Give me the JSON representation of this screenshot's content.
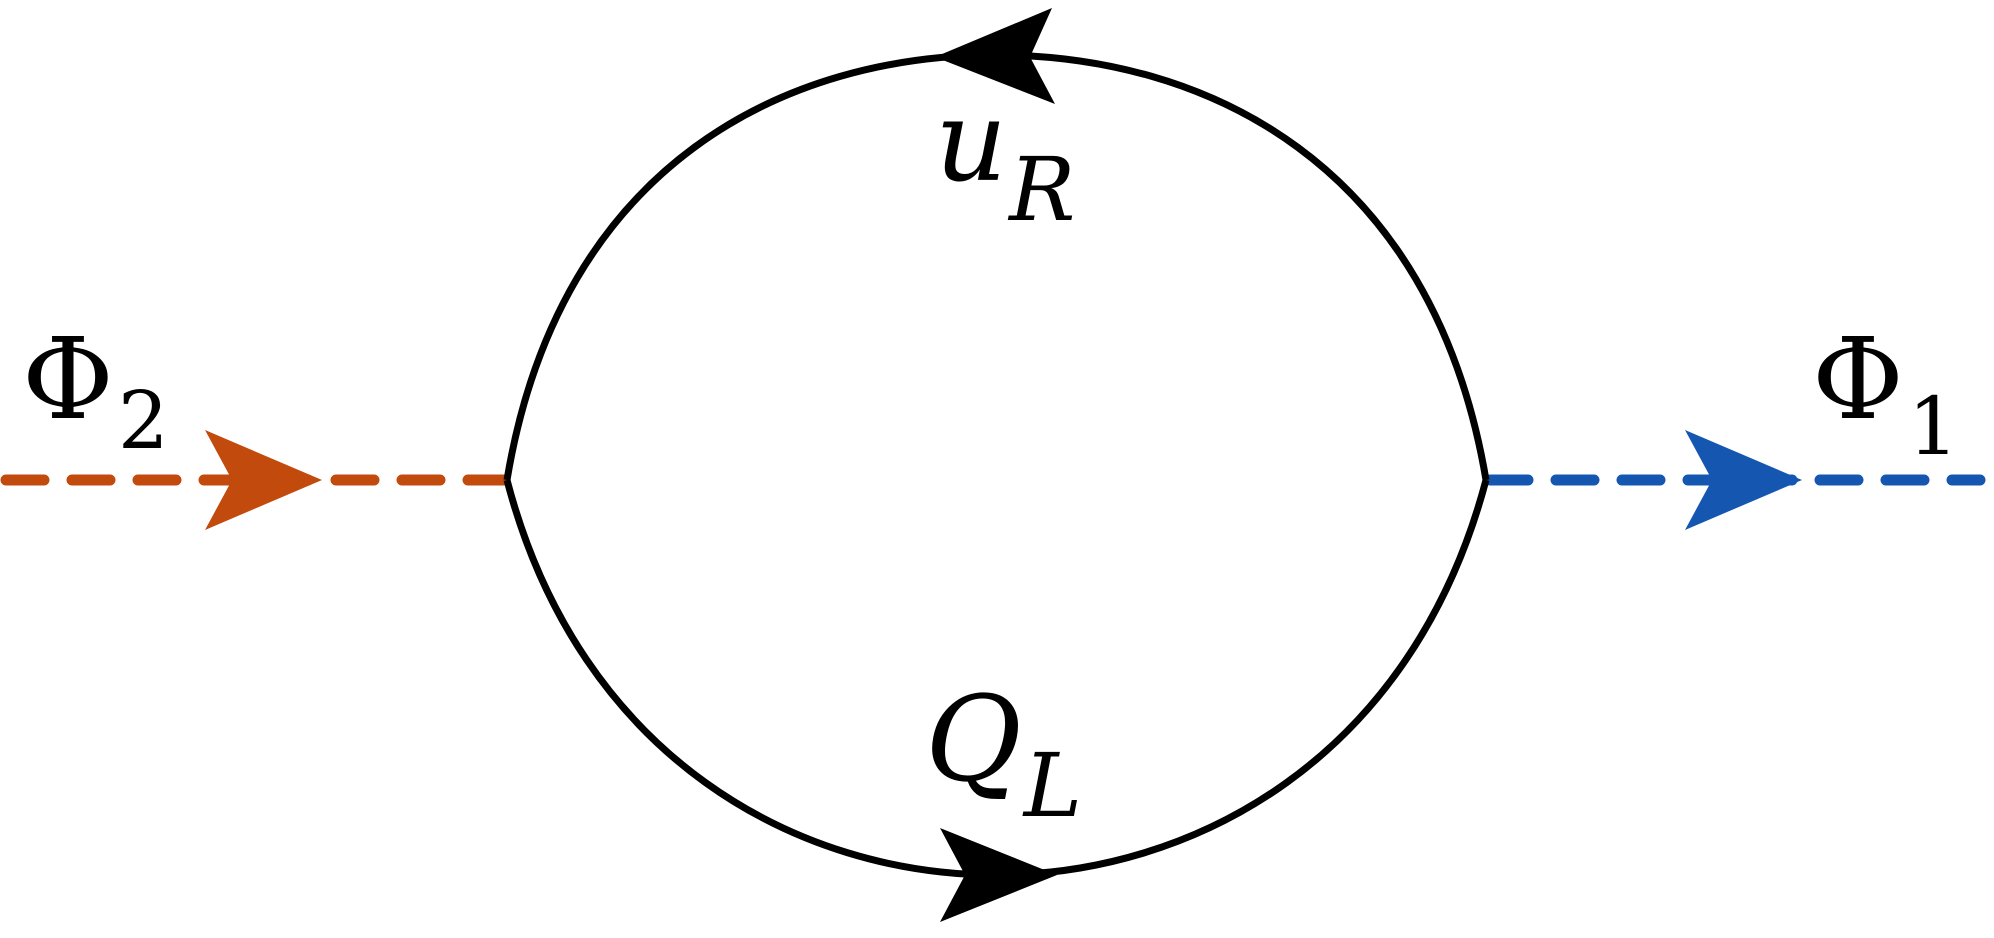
{
  "labels": {
    "phi2": {
      "symbol": "Φ",
      "sub": "2"
    },
    "phi1": {
      "symbol": "Φ",
      "sub": "1"
    },
    "uR": {
      "symbol": "u",
      "sub": "R"
    },
    "QL": {
      "symbol": "Q",
      "sub": "L"
    }
  },
  "colors": {
    "phi2_line": "#c24a0c",
    "phi1_line": "#1556b0",
    "fermion_line": "#000000",
    "background": "#ffffff"
  }
}
